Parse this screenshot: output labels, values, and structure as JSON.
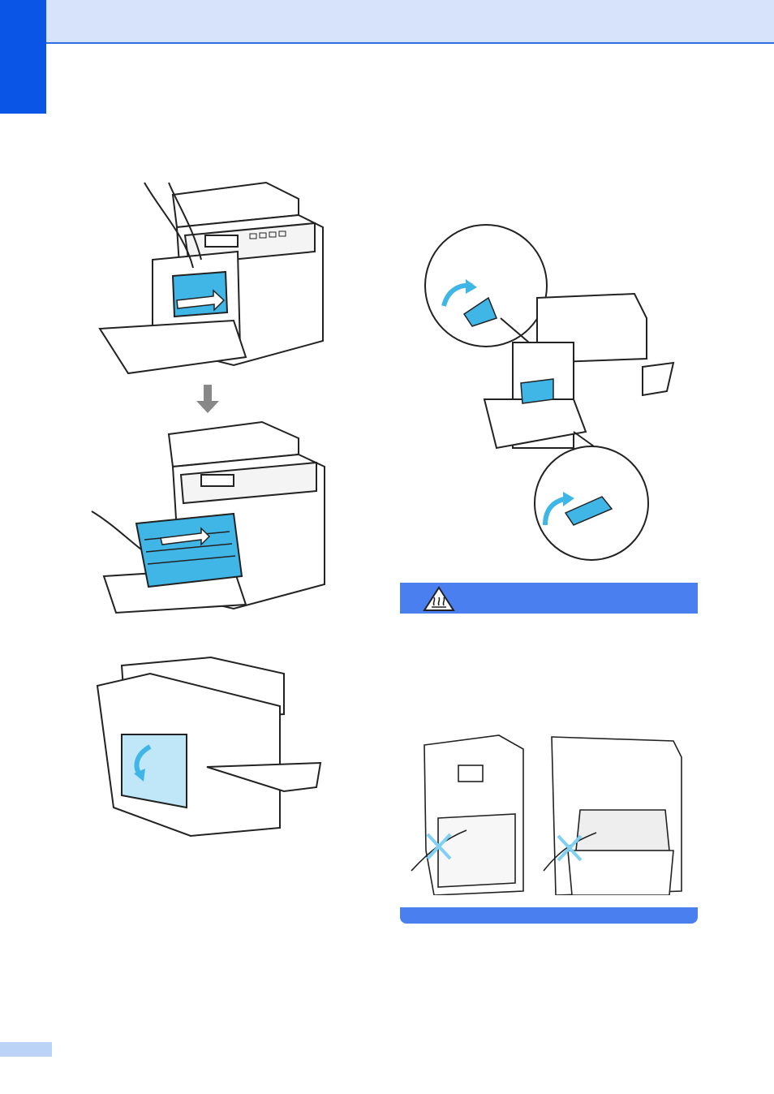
{
  "header": {},
  "figures": {
    "remove_drum": "drum-unit-removal-illustration",
    "open_back_cover": "back-cover-open-illustration",
    "fuser_levers": "fuser-cover-levers-illustration",
    "caution_parts": "hot-parts-warning-illustration"
  },
  "callouts": {
    "fuser_label": ""
  },
  "caution": {
    "icon": "hot-surface-icon"
  },
  "colors": {
    "header_band": "#d6e3fa",
    "chapter_tab": "#0a55e6",
    "caution_band": "#4a7ff0",
    "highlight": "#3fb6e6"
  }
}
